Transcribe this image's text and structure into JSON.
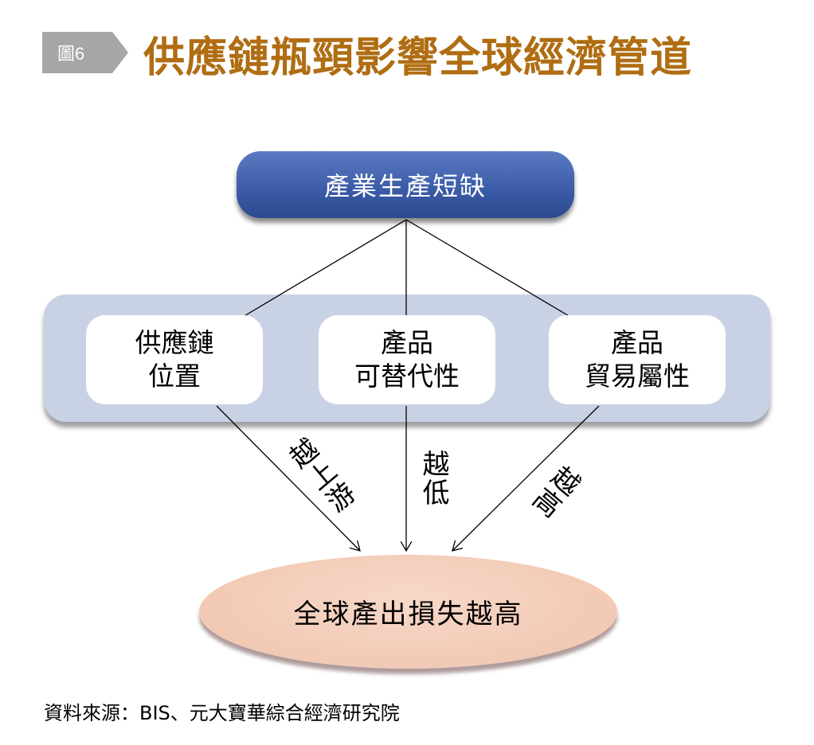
{
  "figure_tag": "圖6",
  "title": "供應鏈瓶頸影響全球經濟管道",
  "top_node": "產業生產短缺",
  "factors": [
    {
      "label": "供應鏈\n位置"
    },
    {
      "label": "產品\n可替代性"
    },
    {
      "label": "產品\n貿易屬性"
    }
  ],
  "arrow_labels": [
    "越上游",
    "越低",
    "越高"
  ],
  "result_node": "全球產出損失越高",
  "source": "資料來源：BIS、元大寶華綜合經濟研究院",
  "colors": {
    "title": "#b06d12",
    "top_node": "#3a5aa6",
    "band": "#c9d2e4",
    "result": "#efc3ad"
  }
}
